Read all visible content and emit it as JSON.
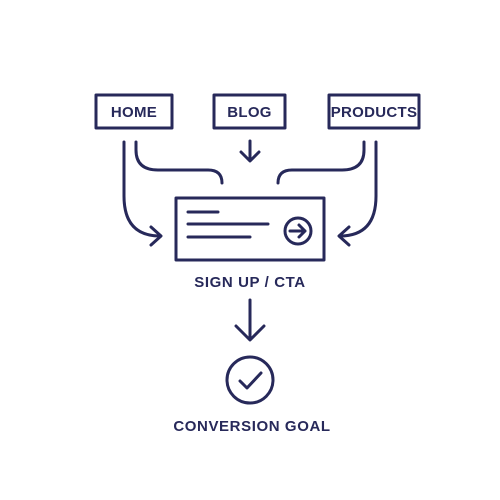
{
  "sources": {
    "home": "HOME",
    "blog": "BLOG",
    "products": "PRODUCTS"
  },
  "cta": {
    "label": "SIGN UP / CTA"
  },
  "goal": {
    "label": "CONVERSION GOAL"
  },
  "colors": {
    "ink": "#27295a",
    "background": "#ffffff"
  },
  "icons": {
    "cta_action": "arrow-right-circle-icon",
    "goal": "check-circle-icon",
    "flow": "arrow-icon"
  }
}
